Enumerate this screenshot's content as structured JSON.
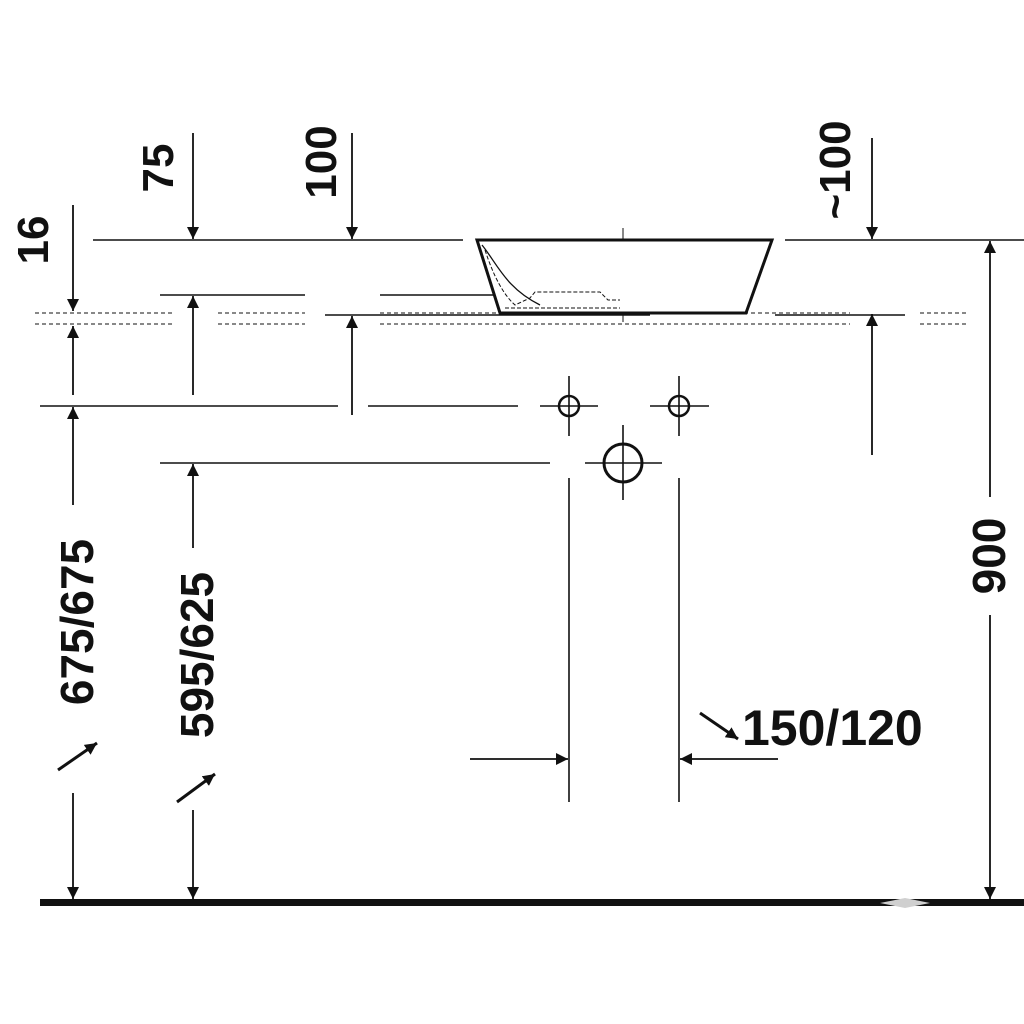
{
  "colors": {
    "line": "#111111",
    "background": "#ffffff"
  },
  "dimensions": {
    "d16": "16",
    "d75": "75",
    "d100": "100",
    "d100_right": "~100",
    "d675": "675/675",
    "d595": "595/625",
    "d900": "900",
    "d150": "150/120"
  }
}
